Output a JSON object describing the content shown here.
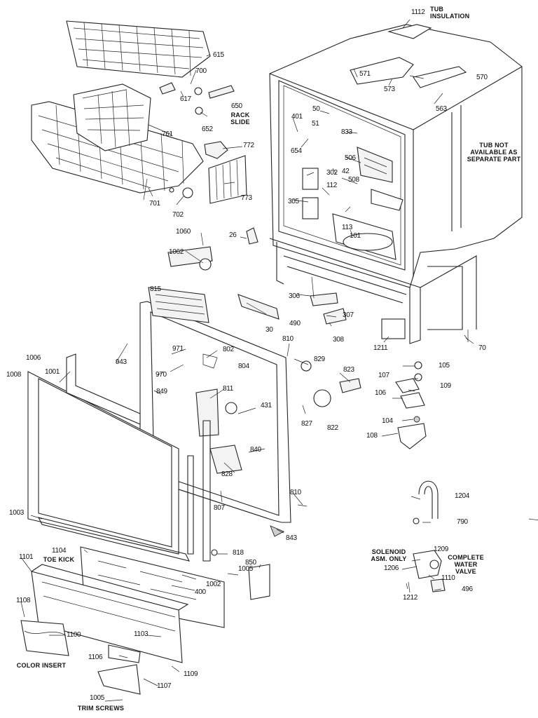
{
  "callouts": {
    "c1112": "1112",
    "c615": "615",
    "c700": "700",
    "c617": "617",
    "c650": "650",
    "c652": "652",
    "c761": "761",
    "c772": "772",
    "c773": "773",
    "c701": "701",
    "c702": "702",
    "c571": "571",
    "c573": "573",
    "c570": "570",
    "c563": "563",
    "c401": "401",
    "c50": "50",
    "c51": "51",
    "c833": "833",
    "c654": "654",
    "c506": "506",
    "c302": "302",
    "c42": "42",
    "c112": "112",
    "c508": "508",
    "c305": "305",
    "c113": "113",
    "c101": "101",
    "c26": "26",
    "c1060": "1060",
    "c1062": "1062",
    "c306": "306",
    "c307": "307",
    "c490": "490",
    "c308": "308",
    "c815": "815",
    "c30": "30",
    "c1211": "1211",
    "c70": "70",
    "c943": "943",
    "c971": "971",
    "c802": "802",
    "c810a": "810",
    "c804": "804",
    "c829": "829",
    "c970": "970",
    "c849": "849",
    "c1006": "1006",
    "c1008": "1008",
    "c1001": "1001",
    "c811": "811",
    "c431": "431",
    "c823": "823",
    "c105": "105",
    "c107": "107",
    "c109": "109",
    "c106": "106",
    "c827": "827",
    "c822": "822",
    "c104": "104",
    "c108": "108",
    "c840": "840",
    "c828": "828",
    "c1003": "1003",
    "c810b": "810",
    "c807": "807",
    "c843": "843",
    "c1204": "1204",
    "c790": "790",
    "c818": "818",
    "c850": "850",
    "c1005a": "1005",
    "c1101": "1101",
    "c1104": "1104",
    "c1002": "1002",
    "c400": "400",
    "c1209": "1209",
    "c1206": "1206",
    "c1110": "1110",
    "c496": "496",
    "c1212": "1212",
    "c1108": "1108",
    "c1100": "1100",
    "c1103": "1103",
    "c1106": "1106",
    "c1109": "1109",
    "c1107": "1107",
    "c1005b": "1005"
  },
  "notes": {
    "tub_insulation": [
      "TUB",
      "INSULATION"
    ],
    "rack_slide": [
      "RACK",
      "SLIDE"
    ],
    "tub_not_available": [
      "TUB NOT",
      "AVAILABLE AS",
      "SEPARATE PART"
    ],
    "toe_kick": "TOE KICK",
    "solenoid": [
      "SOLENOID",
      "ASM. ONLY"
    ],
    "complete_valve": [
      "COMPLETE",
      "WATER",
      "VALVE"
    ],
    "color_insert": "COLOR INSERT",
    "trim_screws": "TRIM SCREWS"
  }
}
